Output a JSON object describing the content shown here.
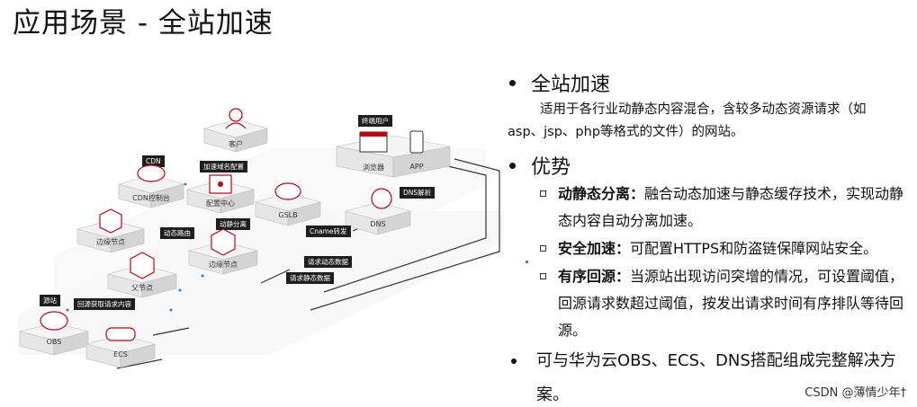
{
  "slide": {
    "title": "应用场景 - 全站加速"
  },
  "diagram": {
    "tags": {
      "end_user": "终端用户",
      "cdn": "CDN",
      "domain_config": "加速域名配置",
      "dns_resolve": "DNS解析",
      "cname": "Cname转发",
      "dynamic_static_split": "动静分离",
      "dynamic_route": "动态路由",
      "req_dynamic": "请求动态数据",
      "req_static": "请求静态数据",
      "origin": "源站",
      "back_to_origin": "回源获取请求内容"
    },
    "nodes": {
      "client": "客户",
      "browser": "浏览器",
      "app": "APP",
      "cdn_console": "CDN控制台",
      "config_center": "配置中心",
      "gslb": "GSLB",
      "dns": "DNS",
      "edge_node_1": "边缘节点",
      "edge_node_2": "边缘节点",
      "parent_node": "父节点",
      "obs": "OBS",
      "ecs": "ECS"
    }
  },
  "content": {
    "bullet1_title": "全站加速",
    "bullet1_desc_line1": "适用于各行业动静态内容混合，含较多动态资源请求（如",
    "bullet1_desc_line2": "asp、jsp、php等格式的文件）的网站。",
    "bullet2_title": "优势",
    "advantages": [
      {
        "label": "动静态分离：",
        "text": "融合动态加速与静态缓存技术，实现动静态内容自动分离加速。"
      },
      {
        "label": "安全加速：",
        "text": "可配置HTTPS和防盗链保障网站安全。"
      },
      {
        "label": "有序回源：",
        "text": "当源站出现访问突增的情况，可设置阈值，回源请求数超过阈值，按发出请求时间有序排队等待回源。"
      }
    ],
    "bullet3": "可与华为云OBS、ECS、DNS搭配组成完整解决方案。"
  },
  "watermark": "CSDN @薄情少年†",
  "colors": {
    "accent_red": "#c7000b",
    "tag_bg": "#1e1e1e",
    "platform_top": "#f4f4f4",
    "platform_side": "#d9d9d9"
  }
}
